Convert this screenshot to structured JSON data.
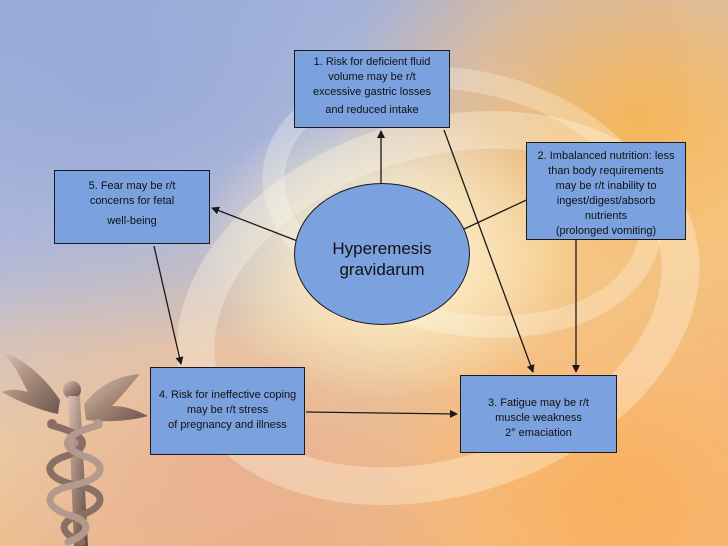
{
  "center": {
    "line1": "Hyperemesis",
    "line2": "gravidarum"
  },
  "nodes": {
    "n1": {
      "line1": "1. Risk for deficient fluid",
      "line2": "volume may be r/t",
      "line3": "excessive gastric losses",
      "line4": "and reduced intake"
    },
    "n2": {
      "line1": "2. Imbalanced nutrition: less",
      "line2": "than body requirements",
      "line3": "may be r/t inability to",
      "line4": "ingest/digest/absorb",
      "line5": "nutrients",
      "line6": "(prolonged vomiting)"
    },
    "n3": {
      "line1": "3. Fatigue may be r/t",
      "line2": "muscle weakness",
      "line3": "2° emaciation"
    },
    "n4": {
      "line1": "4. Risk for ineffective coping",
      "line2": "may be r/t stress",
      "line3": "of pregnancy and illness"
    },
    "n5": {
      "line1": "5. Fear may be r/t",
      "line2": "concerns for fetal",
      "line3": "well-being"
    }
  },
  "colors": {
    "node_fill": "#7ba1df",
    "node_border": "#1a1a1a",
    "arrow": "#1a1a1a"
  },
  "decoration": {
    "background_icon": "caduceus-icon"
  }
}
